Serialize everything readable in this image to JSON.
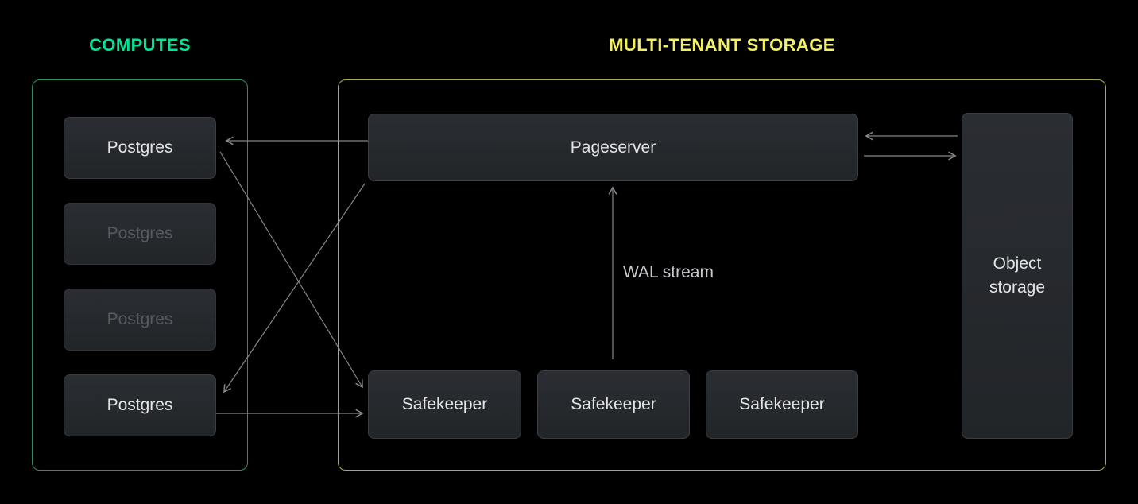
{
  "colors": {
    "background": "#000000",
    "computes_accent": "#00e599",
    "storage_accent": "#f0f060",
    "computes_border": "#2c8f69",
    "storage_border": "#a9aa4f",
    "arrow": "#85878a",
    "node_border": "#3a3e44",
    "node_text": "#e3e4e6",
    "node_text_dim": "#565b62"
  },
  "computes": {
    "title": "COMPUTES",
    "nodes": [
      {
        "label": "Postgres",
        "state": "active"
      },
      {
        "label": "Postgres",
        "state": "inactive"
      },
      {
        "label": "Postgres",
        "state": "inactive"
      },
      {
        "label": "Postgres",
        "state": "active"
      }
    ]
  },
  "storage": {
    "title": "MULTI-TENANT STORAGE",
    "pageserver": {
      "label": "Pageserver"
    },
    "safekeepers": [
      {
        "label": "Safekeeper"
      },
      {
        "label": "Safekeeper"
      },
      {
        "label": "Safekeeper"
      }
    ],
    "object_storage": {
      "label": "Object storage"
    },
    "wal_stream": {
      "label": "WAL stream"
    }
  }
}
